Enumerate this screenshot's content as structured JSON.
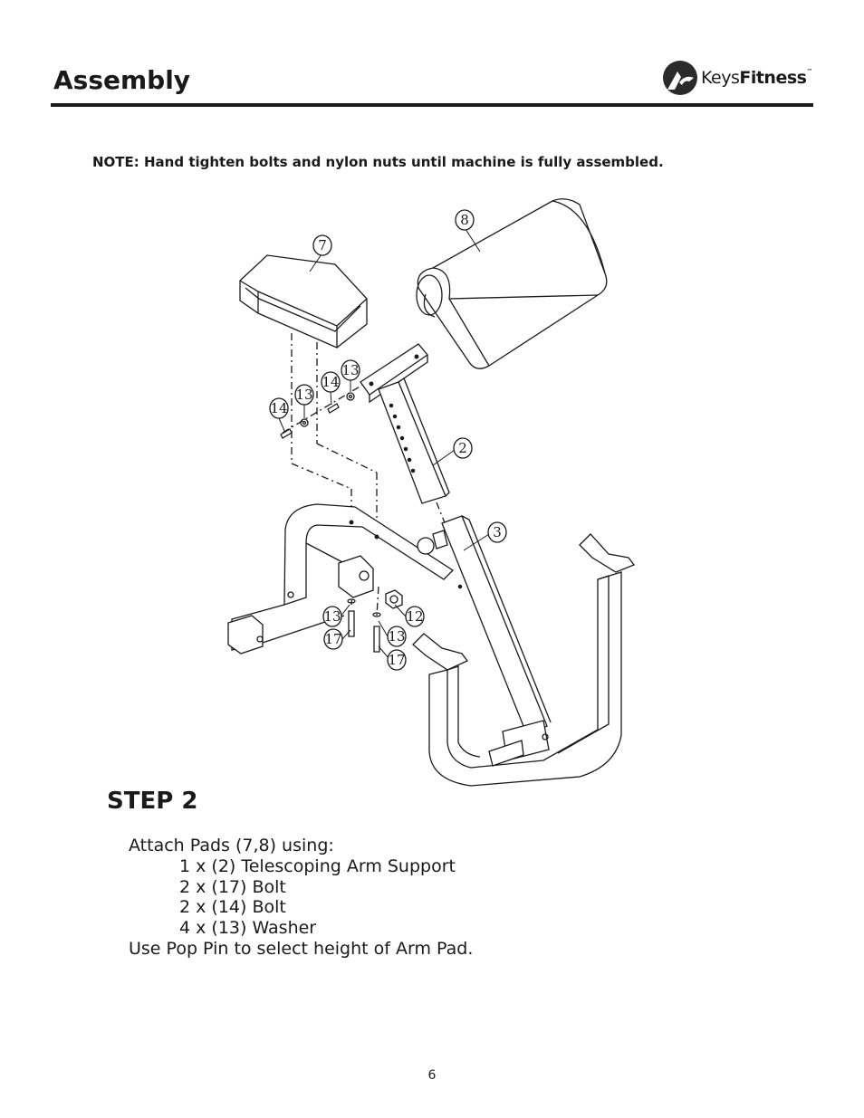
{
  "header": {
    "title": "Assembly",
    "logo_keys": "Keys",
    "logo_fitness": "Fitness",
    "logo_tm": "™"
  },
  "note": "NOTE:  Hand tighten bolts and nylon nuts until machine is fully assembled.",
  "diagram": {
    "callouts": [
      "8",
      "7",
      "14",
      "13",
      "14",
      "13",
      "2",
      "3",
      "13",
      "17",
      "12",
      "13",
      "17"
    ]
  },
  "step": {
    "title": "STEP 2",
    "lines": [
      "Attach Pads (7,8) using:",
      "1 x (2) Telescoping Arm Support",
      "2 x (17) Bolt",
      "2 x (14) Bolt",
      "4 x (13) Washer",
      "Use Pop Pin to select height of Arm Pad."
    ]
  },
  "page_number": "6"
}
